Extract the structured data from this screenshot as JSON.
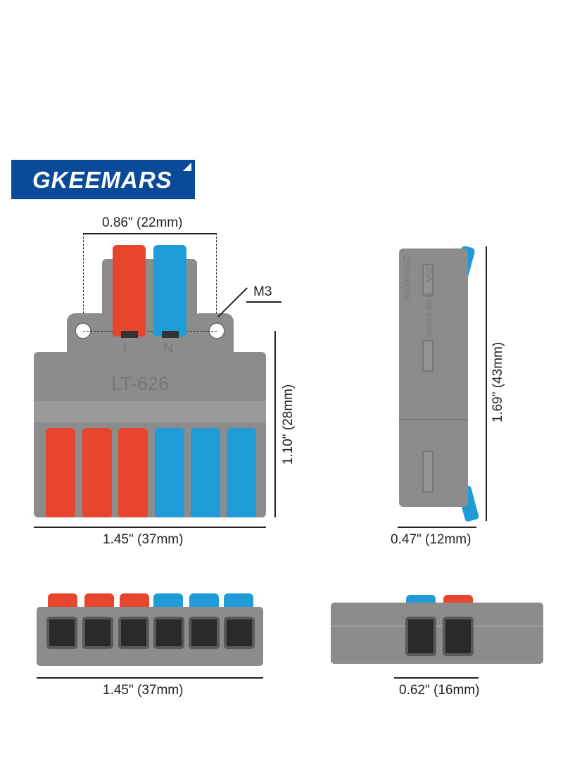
{
  "brand": {
    "logo_text": "GKEEMARS",
    "bg_color": "#0a4b99"
  },
  "front_view": {
    "label_l": "L",
    "label_n": "N",
    "model": "LT-626",
    "screw_label": "M3",
    "dim_top": "0.86\" (22mm)",
    "dim_height": "1.10\" (28mm)",
    "dim_width": "1.45\" (37mm)"
  },
  "side_view": {
    "rating_voltage": "250V/600V",
    "rating_current": "35A",
    "rating_wire": "0.08-6mm²",
    "dim_height": "1.69\" (43mm)",
    "dim_width": "0.47\" (12mm)"
  },
  "bottom_view_left": {
    "dim_width": "1.45\" (37mm)"
  },
  "bottom_view_right": {
    "dim_width": "0.62\" (16mm)"
  },
  "colors": {
    "red": "#e8452e",
    "blue": "#1f9bd8",
    "gray": "#8c8c8c"
  }
}
